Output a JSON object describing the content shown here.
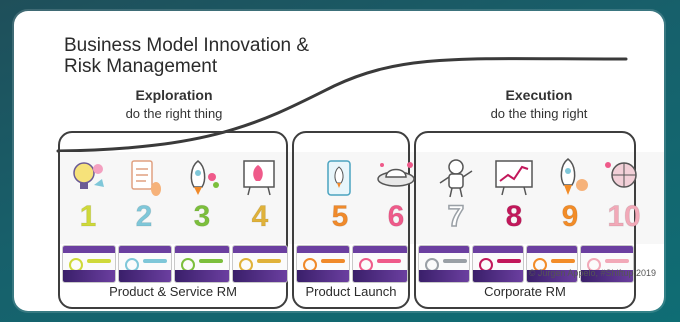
{
  "title_line1": "Business Model Innovation &",
  "title_line2": "Risk Management",
  "exploration": {
    "heading": "Exploration",
    "subheading": "do the right thing"
  },
  "execution": {
    "heading": "Execution",
    "subheading": "do the thing right"
  },
  "groups": [
    {
      "label": "Product & Service RM"
    },
    {
      "label": "Product Launch"
    },
    {
      "label": "Corporate RM"
    }
  ],
  "steps": [
    {
      "number": "1",
      "color": "#cfd93a",
      "icon": "lightbulb-icon"
    },
    {
      "number": "2",
      "color": "#7fc7d9",
      "icon": "checklist-icon"
    },
    {
      "number": "3",
      "color": "#7cbf3c",
      "icon": "rocket-icon"
    },
    {
      "number": "4",
      "color": "#e0b23a",
      "icon": "presentation-icon"
    },
    {
      "number": "5",
      "color": "#f08a2b",
      "icon": "phone-rocket-icon"
    },
    {
      "number": "6",
      "color": "#ef5a8a",
      "icon": "spaceship-icon"
    },
    {
      "number": "7",
      "color": "#9aa0a6",
      "icon": "astronaut-icon"
    },
    {
      "number": "8",
      "color": "#c2185b",
      "icon": "chart-board-icon"
    },
    {
      "number": "9",
      "color": "#f28c28",
      "icon": "rocket-launch-icon"
    },
    {
      "number": "10",
      "color": "#f2a9b8",
      "icon": "globe-rocket-icon"
    }
  ],
  "copyright": "© Jurgen Appelo, #Shiftup 2019"
}
